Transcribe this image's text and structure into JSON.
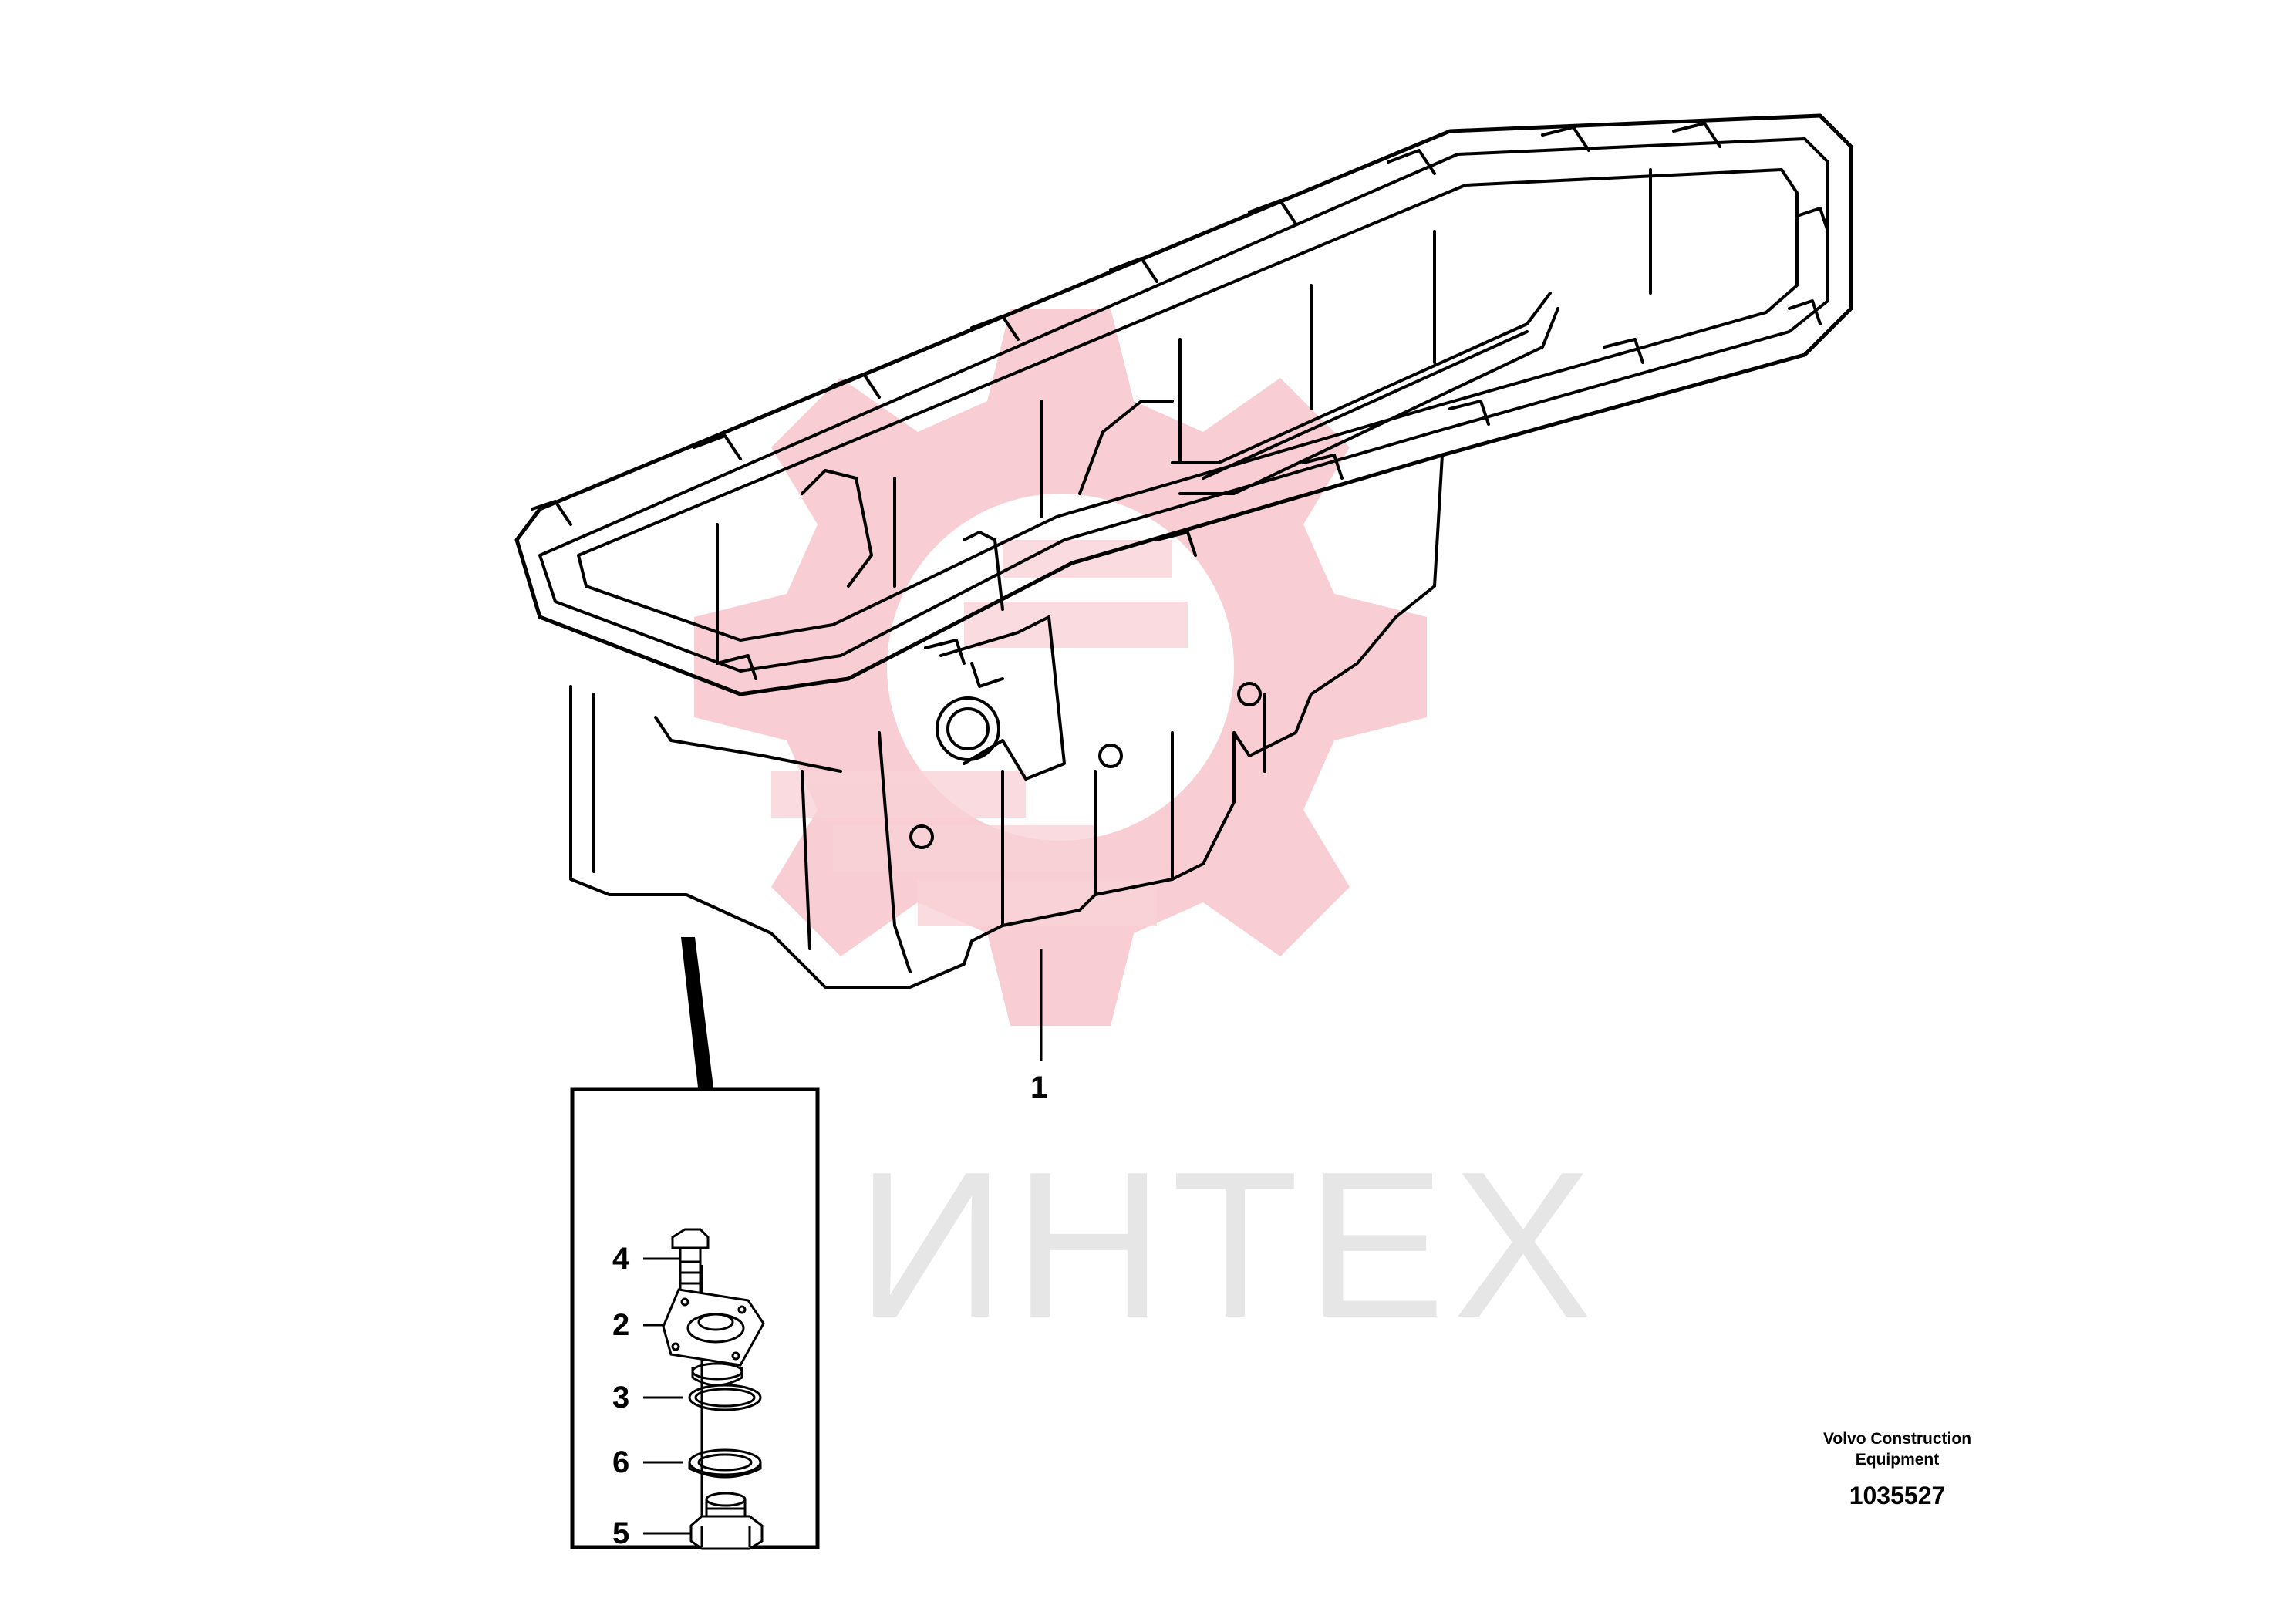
{
  "watermark": {
    "text": "ИНТЕХ",
    "gear_color": "#f5b4bd",
    "text_color": "#e6e6e6"
  },
  "callouts": {
    "part1": "1",
    "part2": "2",
    "part3": "3",
    "part4": "4",
    "part5": "5",
    "part6": "6"
  },
  "brand": {
    "line1": "Volvo Construction",
    "line2": "Equipment",
    "number": "1035527"
  },
  "icons": {
    "main_part": "oil-pan-icon",
    "bolt": "bolt-icon",
    "cover_plate": "cover-plate-icon",
    "o_ring": "o-ring-icon",
    "seal_washer": "seal-washer-icon",
    "drain_plug": "drain-plug-icon"
  }
}
